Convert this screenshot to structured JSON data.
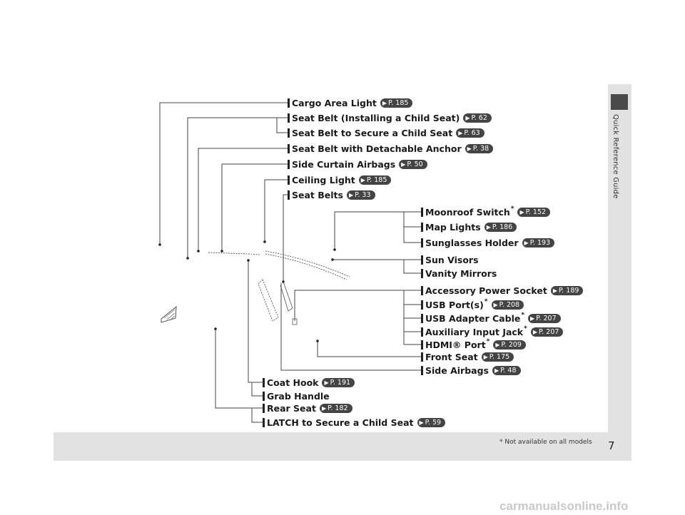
{
  "side_label": "Quick Reference Guide",
  "page_number": "7",
  "footnote": "* Not available on all models",
  "watermark": "carmanualsonline.info",
  "ref_arrow_icon": "arrow-right-icon",
  "labels": [
    {
      "text": "Cargo Area Light",
      "ref": "P. 185",
      "asterisk": ""
    },
    {
      "text": "Seat Belt (Installing a Child Seat)",
      "ref": "P. 62",
      "asterisk": ""
    },
    {
      "text": "Seat Belt to Secure a Child Seat",
      "ref": "P. 63",
      "asterisk": ""
    },
    {
      "text": "Seat Belt with Detachable Anchor",
      "ref": "P. 38",
      "asterisk": ""
    },
    {
      "text": "Side Curtain Airbags",
      "ref": "P. 50",
      "asterisk": ""
    },
    {
      "text": "Ceiling Light",
      "ref": "P. 185",
      "asterisk": ""
    },
    {
      "text": "Seat Belts",
      "ref": "P. 33",
      "asterisk": ""
    },
    {
      "text": "Moonroof Switch",
      "ref": "P. 152",
      "asterisk": "*"
    },
    {
      "text": "Map Lights",
      "ref": "P. 186",
      "asterisk": ""
    },
    {
      "text": "Sunglasses Holder",
      "ref": "P. 193",
      "asterisk": ""
    },
    {
      "text": "Sun Visors",
      "ref": "",
      "asterisk": ""
    },
    {
      "text": "Vanity Mirrors",
      "ref": "",
      "asterisk": ""
    },
    {
      "text": "Accessory Power Socket",
      "ref": "P. 189",
      "asterisk": ""
    },
    {
      "text": "USB Port(s)",
      "ref": "P. 208",
      "asterisk": "*"
    },
    {
      "text": "USB Adapter Cable",
      "ref": "P. 207",
      "asterisk": "*"
    },
    {
      "text": "Auxiliary Input Jack",
      "ref": "P. 207",
      "asterisk": "*"
    },
    {
      "text": "HDMI® Port",
      "ref": "P. 209",
      "asterisk": "*"
    },
    {
      "text": "Front Seat",
      "ref": "P. 175",
      "asterisk": ""
    },
    {
      "text": "Side Airbags",
      "ref": "P. 48",
      "asterisk": ""
    },
    {
      "text": "Coat Hook",
      "ref": "P. 191",
      "asterisk": ""
    },
    {
      "text": "Grab Handle",
      "ref": "",
      "asterisk": ""
    },
    {
      "text": "Rear Seat",
      "ref": "P. 182",
      "asterisk": ""
    },
    {
      "text": "LATCH to Secure a Child Seat",
      "ref": "P. 59",
      "asterisk": ""
    }
  ]
}
